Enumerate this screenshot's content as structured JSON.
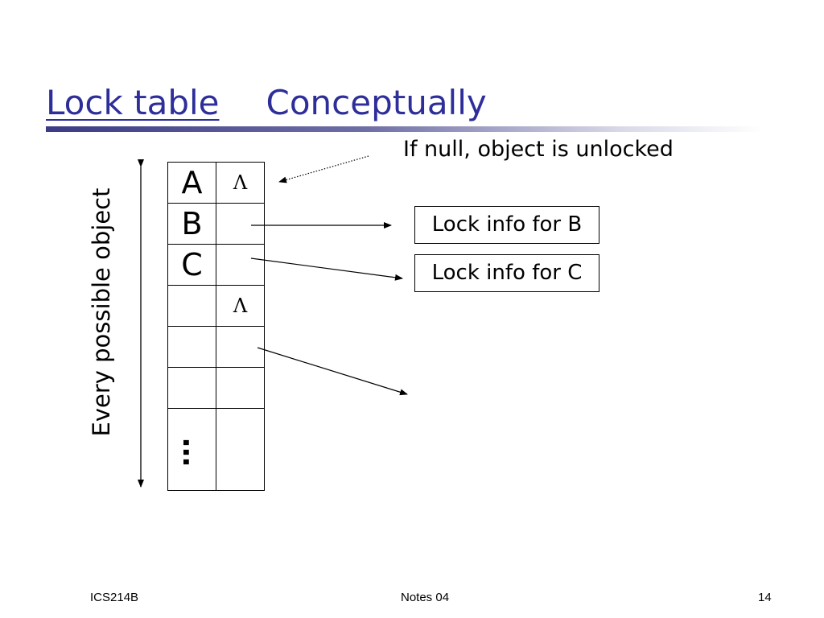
{
  "title": {
    "part1": "Lock table",
    "part2": "Conceptually"
  },
  "note": "If null, object is unlocked",
  "axis_label": "Every possible object",
  "table": {
    "rows": [
      {
        "key": "A",
        "ptr": "Λ"
      },
      {
        "key": "B",
        "ptr": ""
      },
      {
        "key": "C",
        "ptr": ""
      },
      {
        "key": "",
        "ptr": "Λ"
      },
      {
        "key": "",
        "ptr": ""
      },
      {
        "key": "",
        "ptr": ""
      }
    ],
    "ellipsis": "…"
  },
  "lock_info": {
    "b": "Lock info for B",
    "c": "Lock info for C"
  },
  "footer": {
    "course": "ICS214B",
    "notes": "Notes 04",
    "page": "14"
  },
  "colors": {
    "title": "#2e2e9a"
  }
}
